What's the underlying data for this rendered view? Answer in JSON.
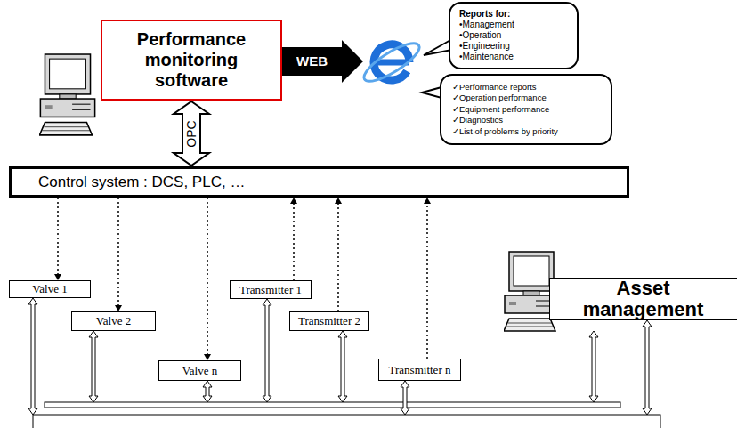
{
  "diagram": {
    "nodes": [
      {
        "text": [
          "Performance monitoring software"
        ]
      },
      {
        "text": [
          "Reports for:",
          "•Management",
          "•Operation",
          "•Engineering",
          "•Maintenance"
        ]
      },
      {
        "text": [
          "✓Performance reports",
          "✓Operation performance",
          "✓Equipment performance",
          "✓Diagnostics",
          "✓List of problems by priority"
        ]
      },
      {
        "text": [
          "Control system : DCS, PLC, …"
        ]
      },
      {
        "text": [
          "Valve 1"
        ]
      },
      {
        "text": [
          "Valve 2"
        ]
      },
      {
        "text": [
          "Valve n"
        ]
      },
      {
        "text": [
          "Transmitter 1"
        ]
      },
      {
        "text": [
          "Transmitter 2"
        ]
      },
      {
        "text": [
          "Transmitter n"
        ]
      },
      {
        "text": [
          "Asset management"
        ]
      }
    ],
    "edges": [
      {
        "from": 0,
        "to": 3,
        "arrow": "both",
        "label": "OPC"
      },
      {
        "from": 3,
        "to": 4,
        "arrow": "to"
      },
      {
        "from": 3,
        "to": 5,
        "arrow": "to"
      },
      {
        "from": 3,
        "to": 6,
        "arrow": "to"
      },
      {
        "from": 7,
        "to": 3,
        "arrow": "to"
      },
      {
        "from": 8,
        "to": 3,
        "arrow": "to"
      },
      {
        "from": 9,
        "to": 3,
        "arrow": "to"
      }
    ],
    "labels": [
      "WEB"
    ]
  }
}
